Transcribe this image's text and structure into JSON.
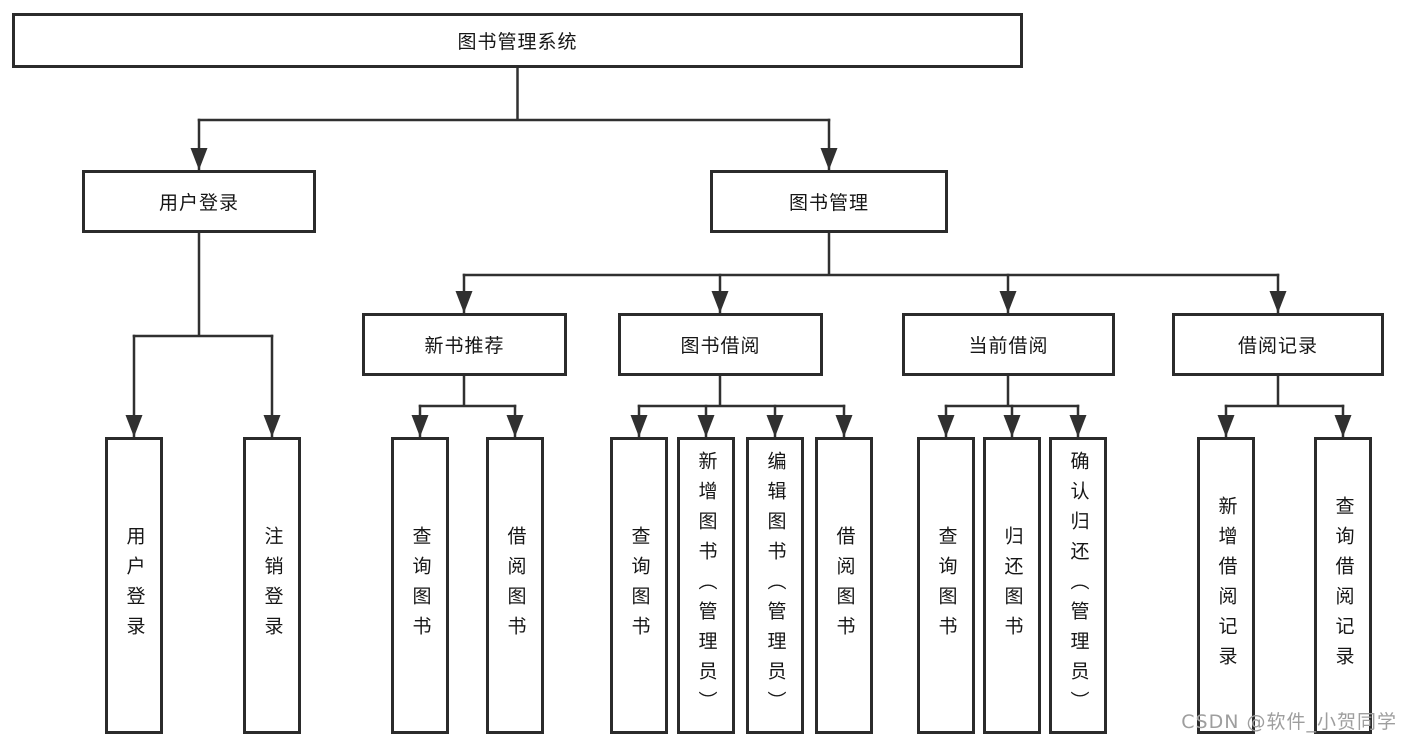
{
  "diagram_title": "图书管理系统",
  "watermark": "CSDN @软件_小贺同学",
  "colors": {
    "background": "#ffffff",
    "box_border": "#2b2b2b",
    "connector_line": "#303030",
    "text": "#161616",
    "watermark_text": "#9e9e9e"
  },
  "tree": {
    "label": "图书管理系统",
    "children": [
      {
        "label": "用户登录",
        "children": [
          {
            "label": "用户登录"
          },
          {
            "label": "注销登录"
          }
        ]
      },
      {
        "label": "图书管理",
        "children": [
          {
            "label": "新书推荐",
            "children": [
              {
                "label": "查询图书"
              },
              {
                "label": "借阅图书"
              }
            ]
          },
          {
            "label": "图书借阅",
            "children": [
              {
                "label": "查询图书"
              },
              {
                "label": "新增图书（管理员）"
              },
              {
                "label": "编辑图书（管理员）"
              },
              {
                "label": "借阅图书"
              }
            ]
          },
          {
            "label": "当前借阅",
            "children": [
              {
                "label": "查询图书"
              },
              {
                "label": "归还图书"
              },
              {
                "label": "确认归还（管理员）"
              }
            ]
          },
          {
            "label": "借阅记录",
            "children": [
              {
                "label": "新增借阅记录"
              },
              {
                "label": "查询借阅记录"
              }
            ]
          }
        ]
      }
    ]
  }
}
